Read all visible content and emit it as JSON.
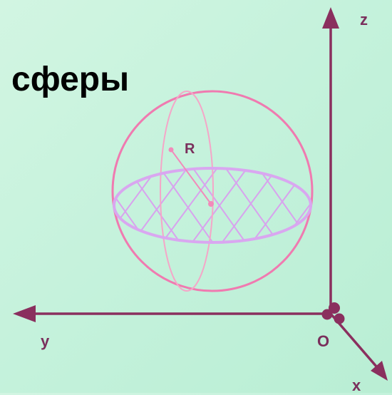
{
  "title": "сферы",
  "axes": {
    "z": "z",
    "y": "y",
    "x": "x",
    "origin": "O"
  },
  "radius_label": "R",
  "colors": {
    "axis": "#8a2f5e",
    "sphere": "#f07ab0",
    "meridian": "#f5a6c8",
    "equator": "#d9a7f0",
    "hatch": "#d8a2ee",
    "radius": "#f28aba",
    "label": "#7a2f5c"
  }
}
